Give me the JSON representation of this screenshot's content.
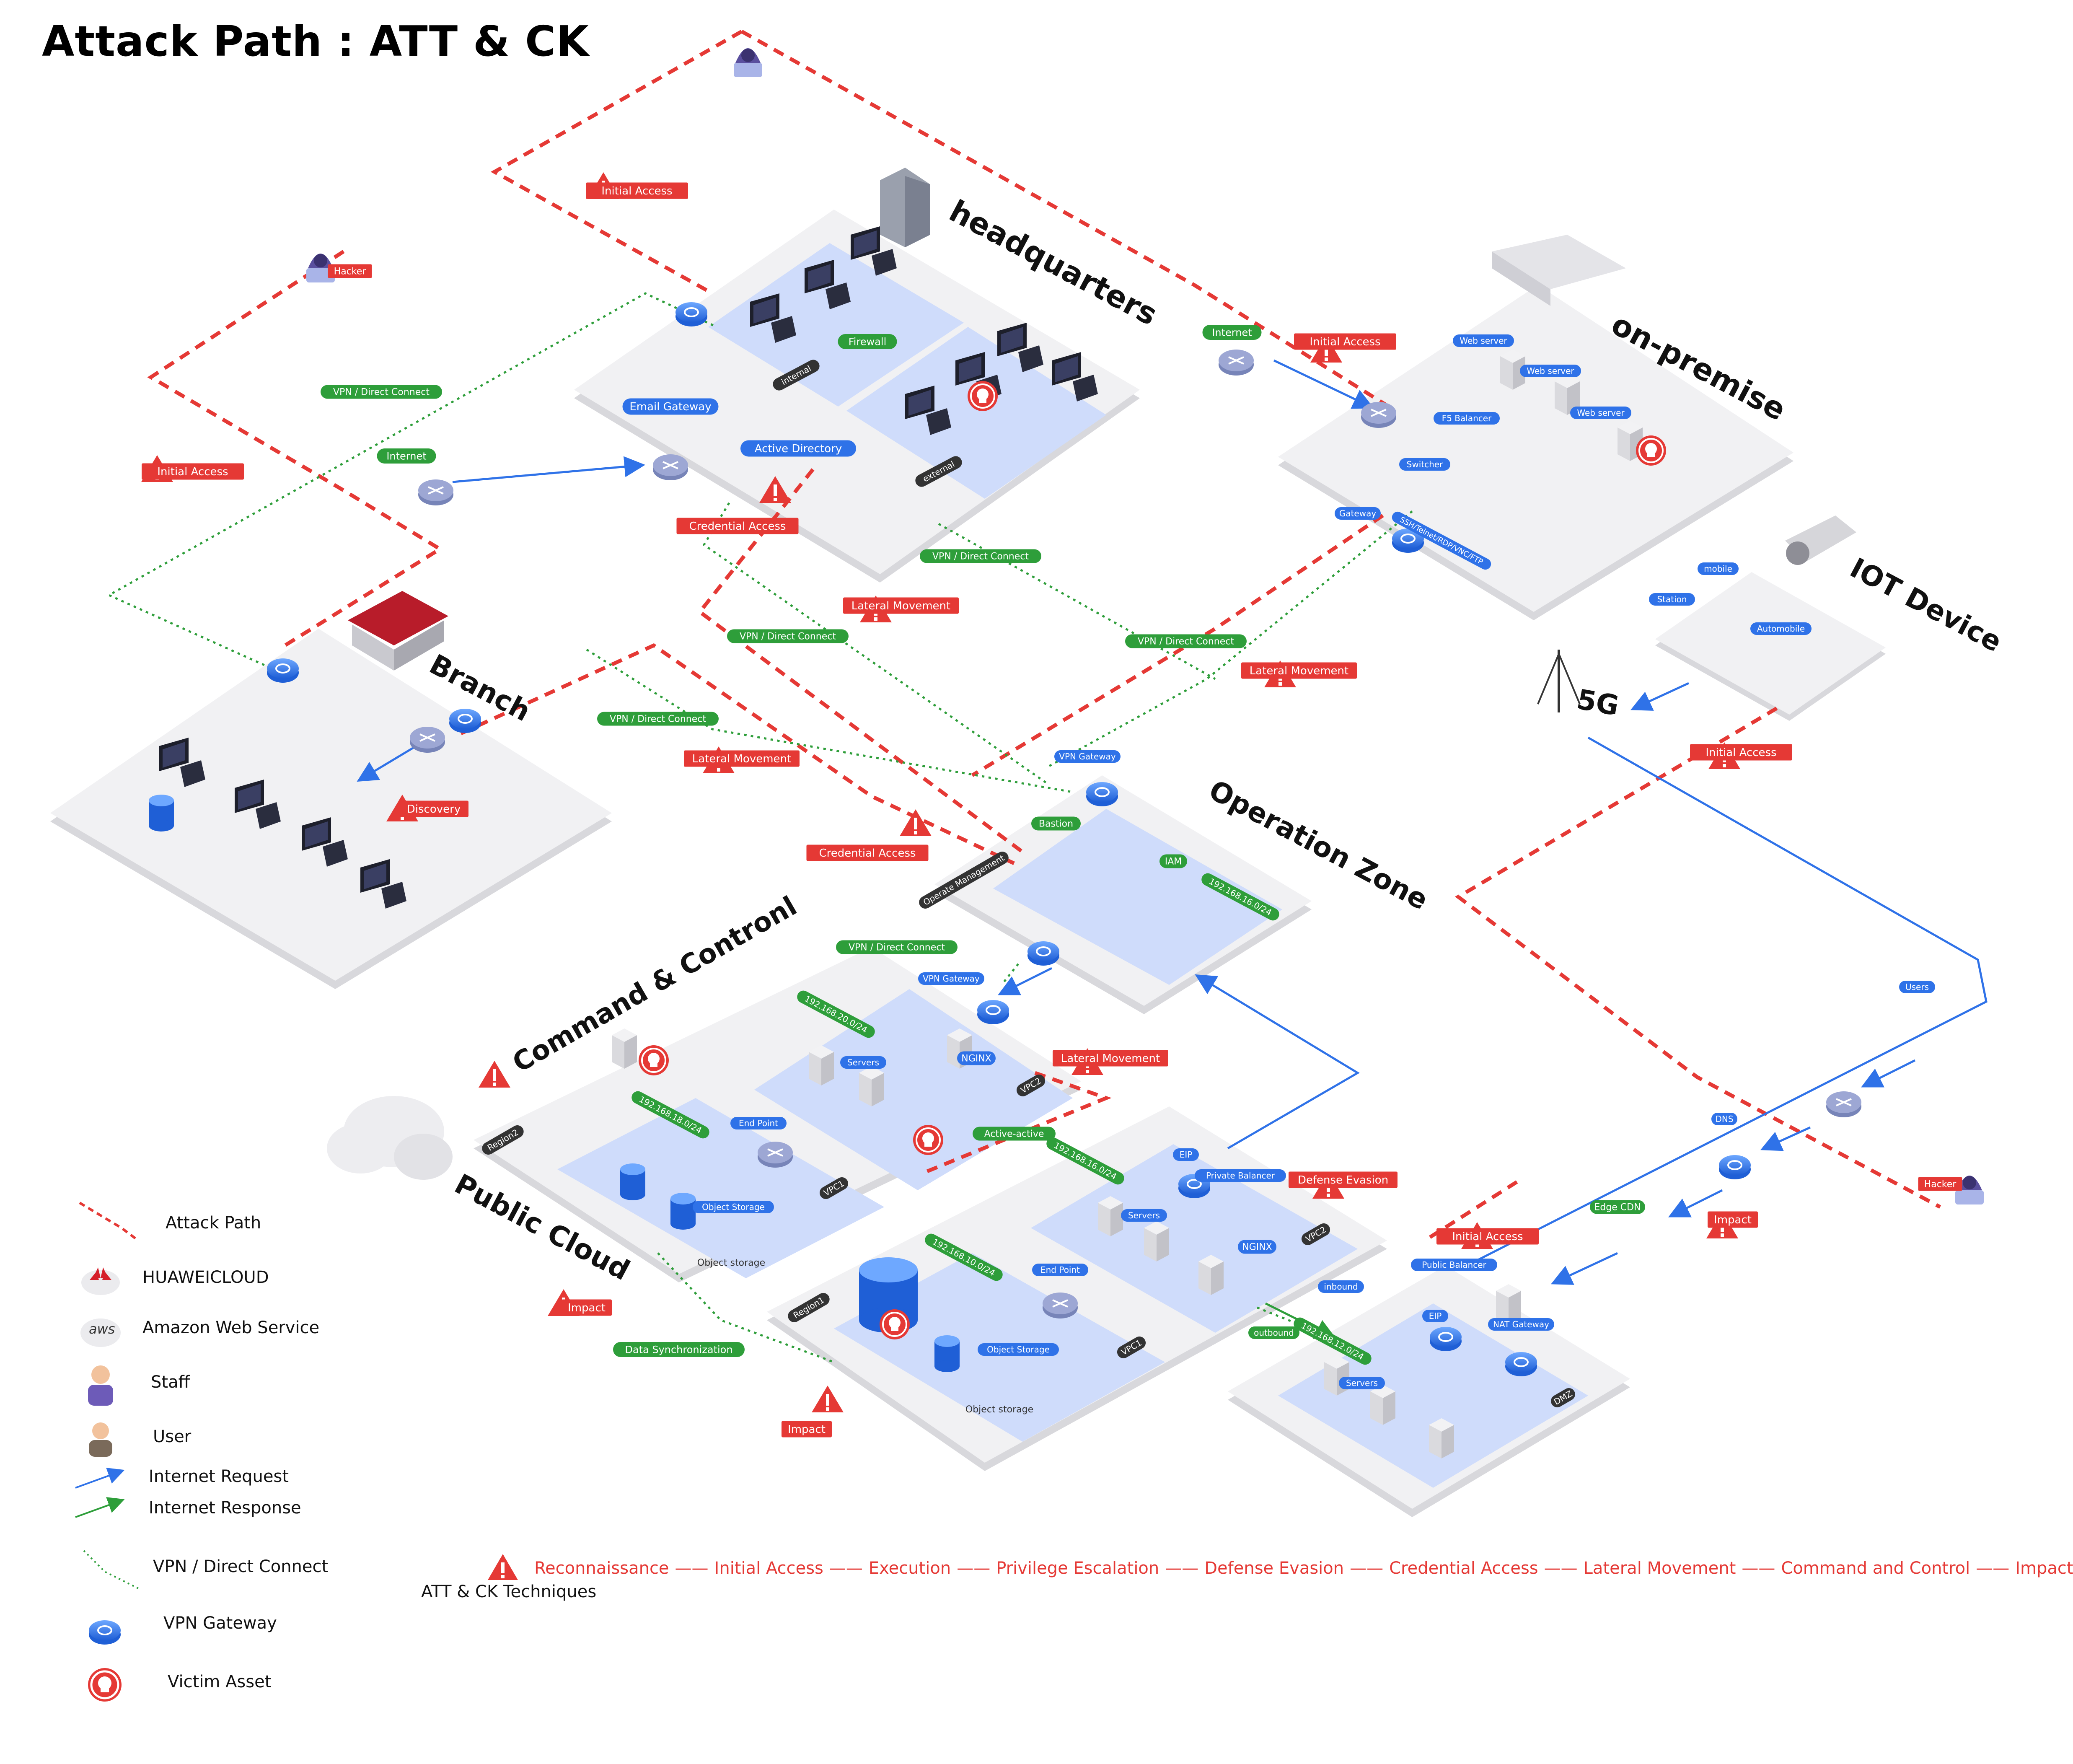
{
  "title": "Attack Path : ATT & CK",
  "colors": {
    "attack": "#e53935",
    "green_tag": "#2e9e3a",
    "blue_tag": "#2f72e8",
    "red_tag": "#e53935",
    "dark_tag": "#333333",
    "platform": "#f0f0f2",
    "subnet": "#cfdcfb",
    "request": "#2f72e8",
    "response": "#2e9e3a"
  },
  "zones": {
    "headquarters": "headquarters",
    "on_premise": "on-premise",
    "iot": "IOT Device",
    "branch": "Branch",
    "operation": "Operation Zone",
    "c2": "Command & Contronl",
    "public_cloud": "Public Cloud",
    "five_g": "5G"
  },
  "tags": {
    "initial_access": "Initial Access",
    "credential_access": "Credential Access",
    "lateral_movement": "Lateral Movement",
    "discovery": "Discovery",
    "defense_evasion": "Defense Evasion",
    "impact": "Impact",
    "hacker": "Hacker",
    "vpn_dc": "VPN / Direct Connect",
    "internet": "Internet",
    "email_gateway": "Email Gateway",
    "active_directory": "Active Directory",
    "firewall": "Firewall",
    "internal": "internal",
    "external": "external",
    "web_server": "Web server",
    "f5_balancer": "F5 Balancer",
    "switcher": "Switcher",
    "gateway": "Gateway",
    "protocols": "SSH/Telnet/RDP/VNC/FTP",
    "mobile": "mobile",
    "station": "Station",
    "automobile": "Automobile",
    "vpn_gateway": "VPN Gateway",
    "bastion": "Bastion",
    "ops_mgmt": "Operate Management",
    "iam": "IAM",
    "subnet_16": "192.168.16.0/24",
    "subnet_20": "192.168.20.0/24",
    "subnet_18": "192.168.18.0/24",
    "subnet_10": "192.168.10.0/24",
    "subnet_12": "192.168.12.0/24",
    "servers": "Servers",
    "nginx": "NGINX",
    "vpc1": "VPC1",
    "vpc2": "VPC2",
    "region1": "Region1",
    "region2": "Region2",
    "end_point": "End Point",
    "object_storage": "Object Storage",
    "object_storage_caption": "Object storage",
    "active_active": "Active-active",
    "data_sync": "Data Synchronization",
    "eip": "EIP",
    "private_balancer": "Private Balancer",
    "public_balancer": "Public Balancer",
    "nat_gateway": "NAT Gateway",
    "inbound": "inbound",
    "outbound": "outbound",
    "dmz": "DMZ",
    "users": "Users",
    "dns": "DNS",
    "edge_cdn": "Edge CDN",
    "aws": "aws"
  },
  "legend": {
    "attack_path": "Attack Path",
    "huaweicloud": "HUAWEICLOUD",
    "aws": "Amazon Web Service",
    "staff": "Staff",
    "user": "User",
    "internet_request": "Internet  Request",
    "internet_response": "Internet  Response",
    "vpn": "VPN / Direct Connect",
    "vpn_gateway": "VPN Gateway",
    "victim": "Victim Asset",
    "attck_caption": "ATT & CK Techniques"
  },
  "tactics": [
    "Reconnaissance",
    "Initial Access",
    "Execution",
    "Privilege Escalation",
    "Defense Evasion",
    "Credential Access",
    "Lateral Movement",
    "Command and Control",
    "Impact"
  ],
  "icons": [
    "hacker-icon",
    "warning-icon",
    "router-icon",
    "vpn-gateway-icon",
    "victim-skull-icon",
    "server-icon",
    "workstation-icon",
    "database-icon",
    "cloud-icon",
    "building-icon",
    "camera-icon",
    "antenna-icon"
  ]
}
